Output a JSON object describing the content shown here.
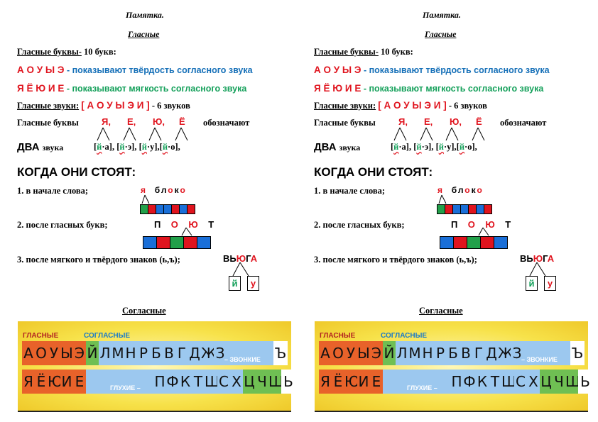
{
  "memo": {
    "title": "Памятка.",
    "vowels_heading": "Гласные",
    "vowel_letters_label": "Гласные буквы-",
    "vowel_letters_count": "10 букв:",
    "hard_letters": "А О У Ы Э",
    "hard_text": "- показывают твёрдость согласного звука",
    "soft_letters": "Я Ё Ю И Е",
    "soft_text": "- показывают мягкость согласного звука",
    "sounds_label": "Гласные звуки:",
    "sounds_value": "[ А О У Ы Э И ]",
    "sounds_count": "- 6 звуков",
    "letters_label": "Гласные буквы",
    "iotated": [
      "Я,",
      "Е,",
      "Ю,",
      "Ё"
    ],
    "denote": "обозначают",
    "two": "ДВА",
    "sounds_word": "звука",
    "pairs": [
      {
        "j": "й",
        "v": "а"
      },
      {
        "j": "й",
        "v": "э"
      },
      {
        "j": "й",
        "v": "у"
      },
      {
        "j": "й",
        "v": "о"
      }
    ],
    "when": "КОГДА ОНИ СТОЯТ:",
    "case1": "1. в начале слова;",
    "word1": [
      "я",
      "б",
      "л",
      "о",
      "к",
      "о"
    ],
    "case2": "2. после гласных букв;",
    "word2": [
      "П",
      "О",
      "Ю",
      "Т"
    ],
    "case3": "3. после мягкого и твёрдого знаков (ь,ъ);",
    "word3": [
      "В",
      "Ь",
      "Ю",
      "Г",
      "А"
    ],
    "box_j": "й",
    "box_u": "у",
    "consonants_heading": "Согласные"
  },
  "poster": {
    "label_vowels": "ГЛАСНЫЕ",
    "label_consonants": "СОГЛАСНЫЕ",
    "label_voiced": "– ЗВОНКИЕ",
    "label_voiceless": "ГЛУХИЕ –",
    "row1": [
      "А",
      "О",
      "У",
      "Ы",
      "Э",
      "Й",
      "Л",
      "М",
      "Н",
      "Р",
      "Б",
      "В",
      "Г",
      "Д",
      "Ж",
      "З"
    ],
    "row1_end": "Ъ",
    "row2_vowels": [
      "Я",
      "Ё",
      "Ю",
      "И",
      "Е"
    ],
    "row2_cons": [
      "П",
      "Ф",
      "К",
      "Т",
      "Ш",
      "С",
      "Х",
      "Ц",
      "Ч",
      "Щ"
    ],
    "row2_end": "Ь"
  }
}
